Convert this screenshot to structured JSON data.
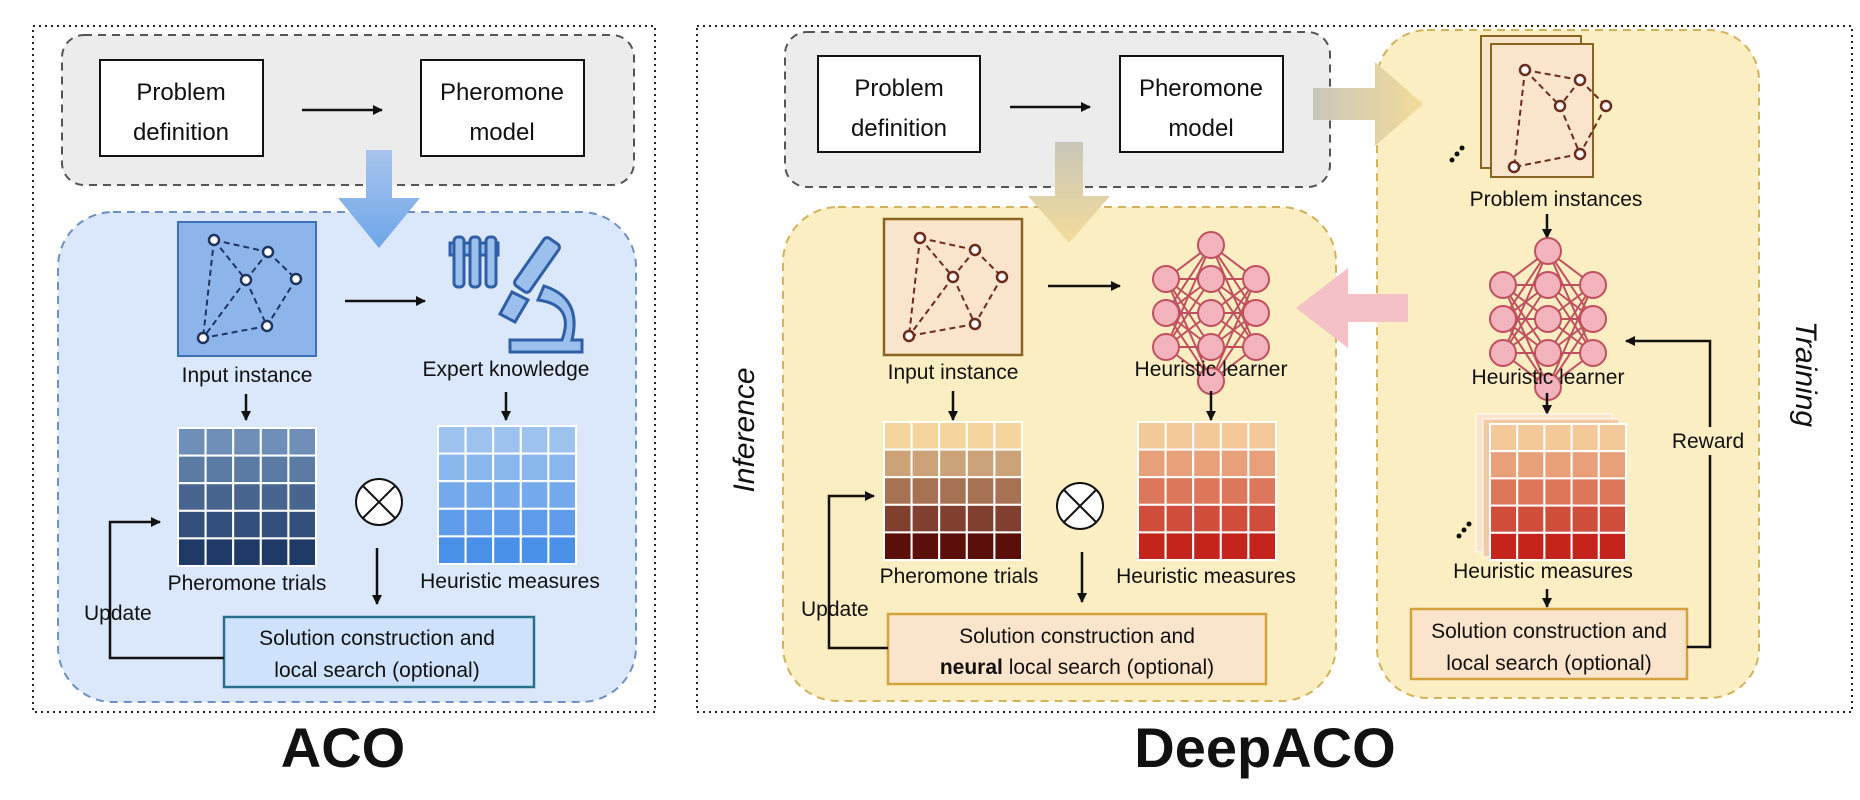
{
  "aco": {
    "title": "ACO",
    "problem_definition": [
      "Problem",
      "definition"
    ],
    "pheromone_model": [
      "Pheromone",
      "model"
    ],
    "input_instance": "Input instance",
    "expert_knowledge": "Expert knowledge",
    "pheromone_trials": "Pheromone trials",
    "heuristic_measures": "Heuristic measures",
    "update": "Update",
    "solution": [
      "Solution construction and",
      "local search (optional)"
    ]
  },
  "deepaco": {
    "title": "DeepACO",
    "problem_definition": [
      "Problem",
      "definition"
    ],
    "pheromone_model": [
      "Pheromone",
      "model"
    ],
    "inference": "Inference",
    "training": "Training",
    "input_instance": "Input instance",
    "heuristic_learner": "Heuristic learner",
    "pheromone_trials": "Pheromone trials",
    "heuristic_measures": "Heuristic measures",
    "update": "Update",
    "solution_inference_line1": "Solution construction and",
    "solution_inference_bold": "neural",
    "solution_inference_rest": " local search (optional)",
    "problem_instances": "Problem instances",
    "train_heuristic_learner": "Heuristic learner",
    "train_heuristic_measures": "Heuristic measures",
    "reward": "Reward",
    "train_solution": [
      "Solution construction and",
      "local search (optional)"
    ]
  },
  "operators": {
    "elementwise_product": "⊗"
  },
  "colors": {
    "aco_panel": "#dbe8fb",
    "aco_panel_border": "#6f8fc4",
    "deepaco_panel": "#fbeec2",
    "deepaco_panel_border": "#d4b25a",
    "gray_panel": "#ececec",
    "instance_blue": "#8eb4ec",
    "instance_tan": "#fbe4cc",
    "neuron": "#f2b3bc",
    "neuron_stroke": "#c0505f"
  },
  "icons": [
    "graph-instance-icon",
    "microscope-icon",
    "test-tubes-icon",
    "neural-network-icon",
    "matrix-grid-icon"
  ]
}
